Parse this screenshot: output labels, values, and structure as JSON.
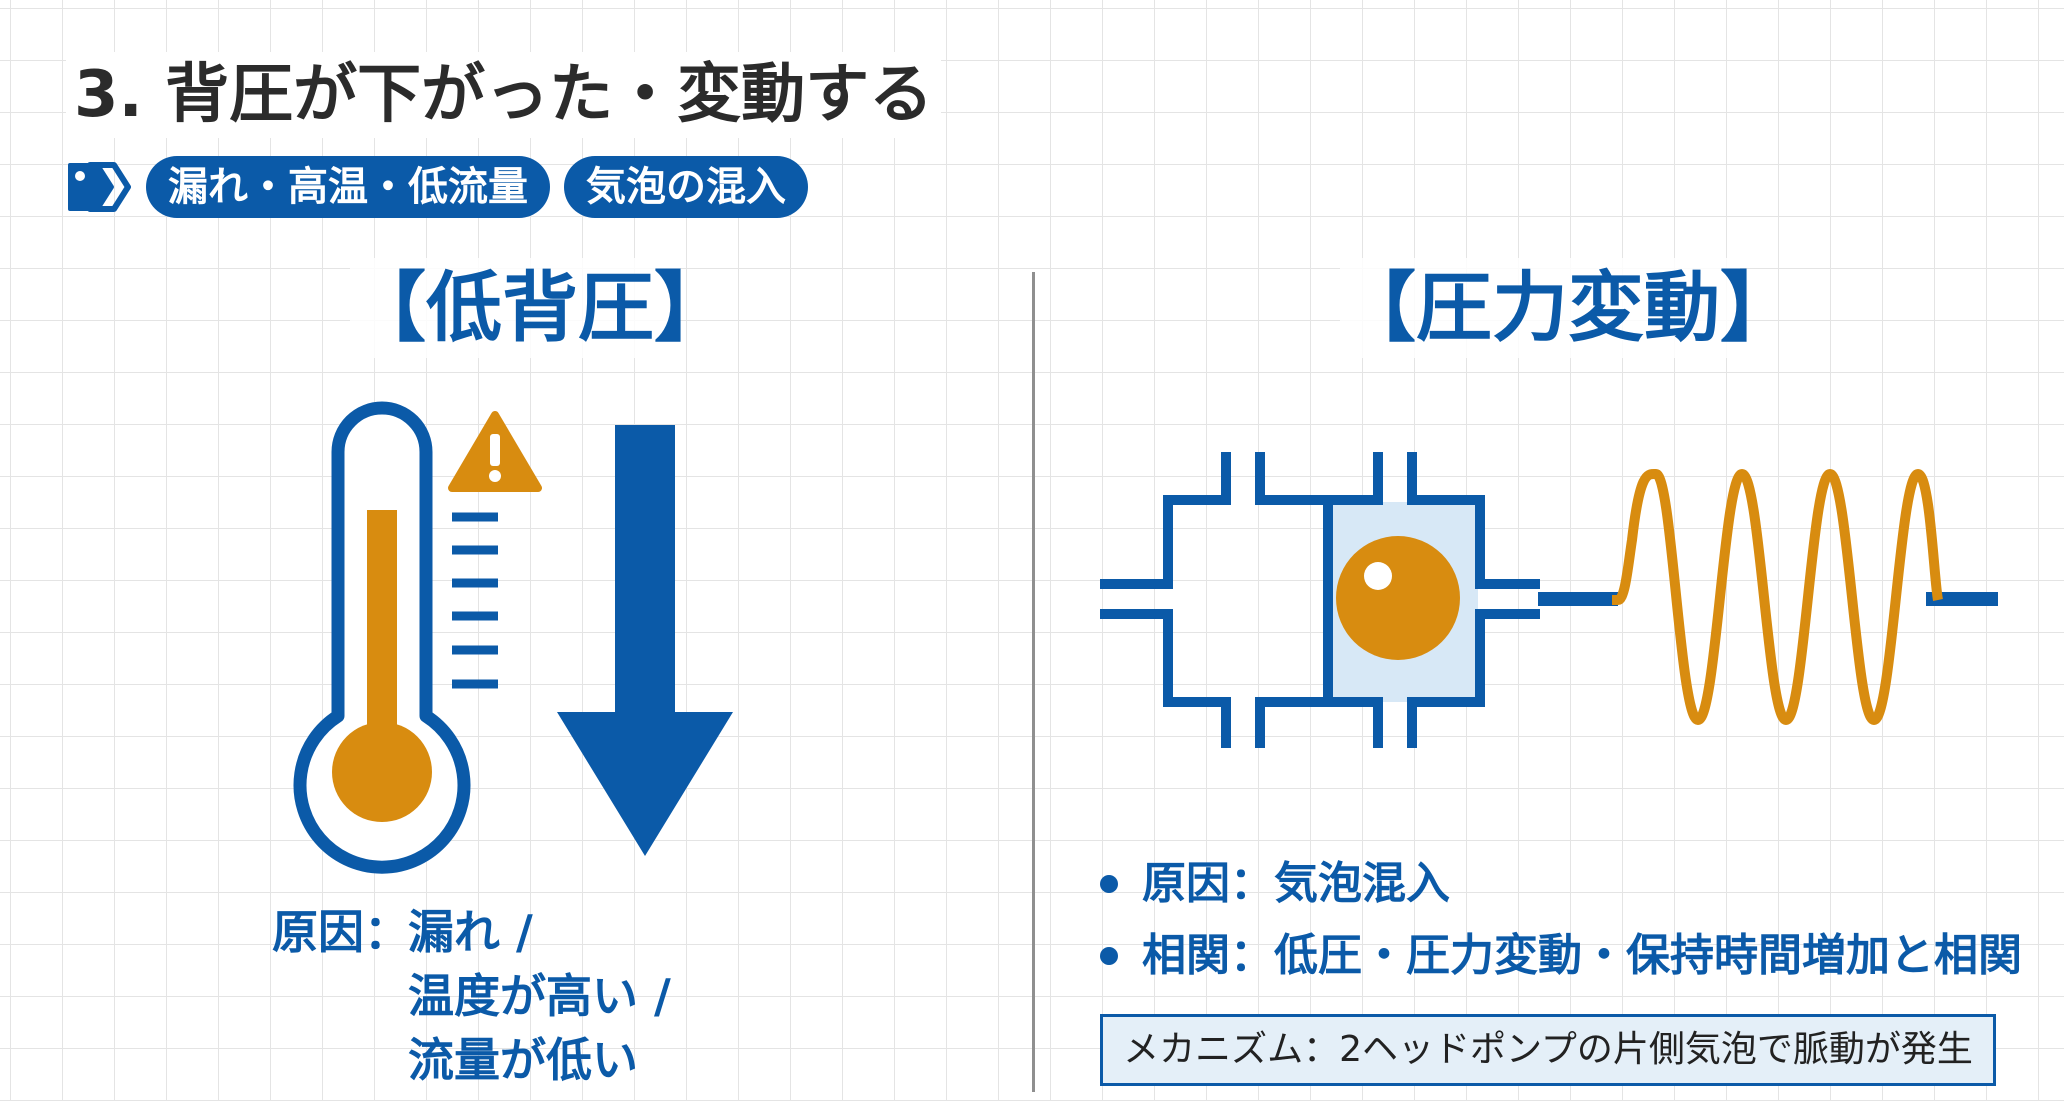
{
  "title": "3. 背圧が下がった・変動する",
  "tags": {
    "icon": "tag-icon",
    "items": [
      "漏れ・高温・低流量",
      "気泡の混入"
    ]
  },
  "left_panel": {
    "title": "【低背圧】",
    "icons": [
      "thermometer-icon",
      "warning-icon",
      "down-arrow-icon"
    ],
    "cause_label": "原因：",
    "cause_lines": [
      "漏れ /",
      "温度が高い /",
      "流量が低い"
    ]
  },
  "right_panel": {
    "title": "【圧力変動】",
    "icons": [
      "pump-head-icon",
      "bubble-icon",
      "pressure-wave-icon"
    ],
    "bullets": [
      "原因：気泡混入",
      "相関：低圧・圧力変動・保持時間増加と相関"
    ],
    "mechanism": "メカニズム：2ヘッドポンプの片側気泡で脈動が発生"
  },
  "colors": {
    "primary_blue": "#0b5aa8",
    "accent_orange": "#d88c10",
    "light_blue": "#d7e8f6",
    "title_gray": "#2b2b2b"
  }
}
